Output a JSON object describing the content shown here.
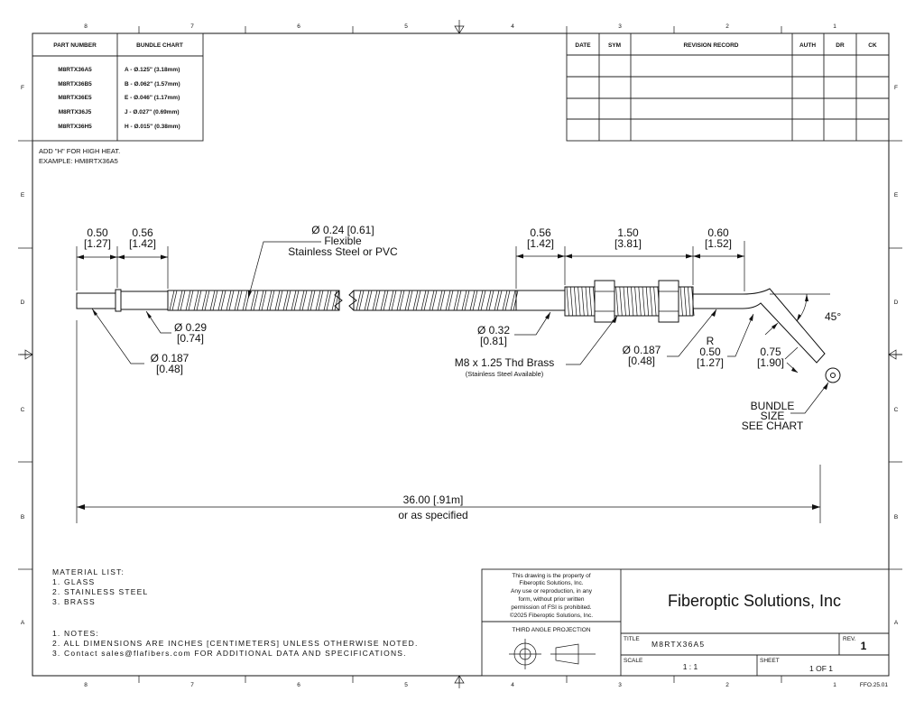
{
  "border": {
    "columns": [
      "8",
      "7",
      "6",
      "5",
      "4",
      "3",
      "2",
      "1"
    ],
    "rows": [
      "F",
      "E",
      "D",
      "C",
      "B",
      "A"
    ]
  },
  "part_table": {
    "header_part": "PART NUMBER",
    "header_bundle": "BUNDLE CHART",
    "rows": [
      {
        "part": "M8RTX36A5",
        "bundle": "A - Ø.125\" (3.18mm)"
      },
      {
        "part": "M8RTX36B5",
        "bundle": "B - Ø.062\" (1.57mm)"
      },
      {
        "part": "M8RTX36E5",
        "bundle": "E - Ø.046\" (1.17mm)"
      },
      {
        "part": "M8RTX36J5",
        "bundle": "J - Ø.027\" (0.69mm)"
      },
      {
        "part": "M8RTX36H5",
        "bundle": "H - Ø.015\" (0.38mm)"
      }
    ]
  },
  "high_heat_note": {
    "line1": "ADD \"H\" FOR HIGH HEAT.",
    "line2": "EXAMPLE: HM8RTX36A5"
  },
  "revision_table": {
    "headers": [
      "DATE",
      "SYM",
      "REVISION RECORD",
      "AUTH",
      "DR",
      "CK"
    ]
  },
  "dimensions": {
    "d1_in": "0.50",
    "d1_cm": "[1.27]",
    "d2_in": "0.56",
    "d2_cm": "[1.42]",
    "flex_dia": "Ø 0.24 [0.61]",
    "flex_line1": "Flexible",
    "flex_line2": "Stainless Steel or PVC",
    "d3_in": "0.56",
    "d3_cm": "[1.42]",
    "d4_in": "1.50",
    "d4_cm": "[3.81]",
    "d5_in": "0.60",
    "d5_cm": "[1.52]",
    "angle": "45°",
    "dia029_in": "Ø 0.29",
    "dia029_cm": "[0.74]",
    "dia0187_in": "Ø 0.187",
    "dia0187_cm": "[0.48]",
    "dia032_in": "Ø 0.32",
    "dia032_cm": "[0.81]",
    "thread": "M8 x 1.25 Thd Brass",
    "thread_note": "(Stainless Steel Available)",
    "dia0187b_in": "Ø 0.187",
    "dia0187b_cm": "[0.48]",
    "radius_r": "R",
    "radius_in": "0.50",
    "radius_cm": "[1.27]",
    "tip_in": "0.75",
    "tip_cm": "[1.90]",
    "bundle_line1": "BUNDLE",
    "bundle_line2": "SIZE",
    "bundle_line3": "SEE CHART",
    "overall_len": "36.00 [.91m]",
    "overall_note": "or as specified"
  },
  "material_list": {
    "title": "MATERIAL LIST:",
    "items": [
      "1.   GLASS",
      "2.   STAINLESS STEEL",
      "3.   BRASS"
    ]
  },
  "notes": {
    "items": [
      "1.   NOTES:",
      "2.   ALL DIMENSIONS ARE INCHES [CENTIMETERS] UNLESS OTHERWISE NOTED.",
      "3.   Contact sales@flafibers.com FOR ADDITIONAL DATA AND SPECIFICATIONS."
    ]
  },
  "title_block": {
    "property_lines": [
      "This drawing is the property of",
      "Fiberoptic Solutions, Inc.",
      "Any use or reproduction, in any",
      "form, without prior written",
      "permission of FSI is prohibited.",
      "©2025 Fiberoptic Solutions, Inc."
    ],
    "projection": "THIRD ANGLE PROJECTION",
    "company": "Fiberoptic Solutions, Inc",
    "title_label": "TITLE",
    "title_value": "M8RTX36A5",
    "rev_label": "REV.",
    "rev_value": "1",
    "scale_label": "SCALE",
    "scale_value": "1 : 1",
    "sheet_label": "SHEET",
    "sheet_value": "1  OF 1",
    "form_code": "FFO.25.01"
  }
}
